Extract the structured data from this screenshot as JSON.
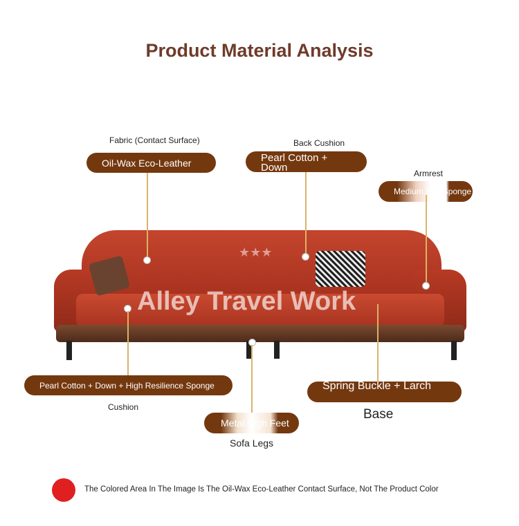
{
  "title": "Product Material Analysis",
  "watermark": "Alley Travel Work",
  "callouts": {
    "fabric": {
      "label": "Fabric (Contact Surface)",
      "value": "Oil-Wax Eco-Leather"
    },
    "back": {
      "label": "Back Cushion",
      "value": "Pearl Cotton + Down"
    },
    "armrest": {
      "label": "Armrest",
      "value": "Medium Soft Sponge"
    },
    "cushion": {
      "label": "Cushion",
      "value": "Pearl Cotton + Down + High Resilience Sponge"
    },
    "base": {
      "label": "Base",
      "value": "Spring Buckle + Larch"
    },
    "legs": {
      "label": "Sofa Legs",
      "value": "Metal High Feet"
    }
  },
  "note": "The Colored Area In The Image Is The Oil-Wax Eco-Leather Contact Surface, Not The Product Color",
  "colors": {
    "pill": "#74380f",
    "leather": "#c1412a",
    "note_dot": "#e02020"
  }
}
